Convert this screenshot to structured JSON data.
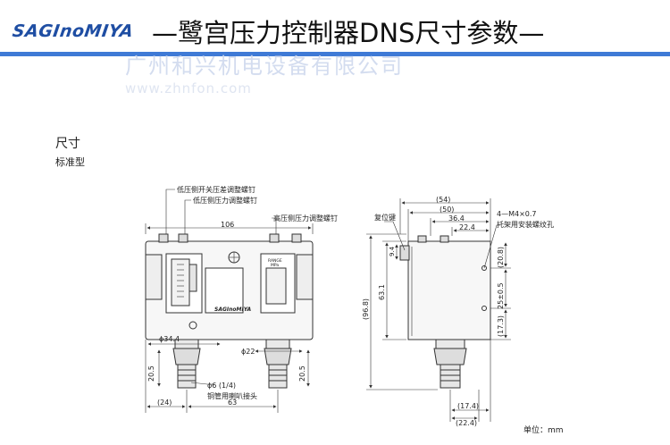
{
  "header": {
    "logo": "SAGInoMIYA",
    "title": "—鹭宫压力控制器DNS尺寸参数—",
    "watermark_company": "广州和兴机电设备有限公司",
    "watermark_url": "www.zhnfon.com"
  },
  "section": {
    "title": "尺寸",
    "subtitle": "标准型"
  },
  "front_view": {
    "label_low_diff": "低压侧开关压差调整螺钉",
    "label_low_pressure": "低压侧压力调整螺钉",
    "label_high_pressure": "高压侧压力调整螺钉",
    "dim_width": "106",
    "dim_phi344": "ϕ34.4",
    "dim_phi22": "ϕ22",
    "dim_205_left": "20.5",
    "dim_205_right": "20.5",
    "dim_24": "(24)",
    "dim_63": "63",
    "note_phi6": "ϕ6 (1/4)",
    "note_flare": "铜管用喇叭接头",
    "brand_plate": "SAGInoMIYA",
    "range_label": "RANGE",
    "range_unit": "MPa"
  },
  "side_view": {
    "label_reset": "复位键",
    "label_m4": "4—M4×0.7",
    "label_bracket": "托架用安装螺纹孔",
    "dim_54": "(54)",
    "dim_50": "(50)",
    "dim_364": "36.4",
    "dim_224": "22.4",
    "dim_968": "(96.8)",
    "dim_631": "63.1",
    "dim_94": "9.4",
    "dim_208": "(20.8)",
    "dim_25": "25±0.5",
    "dim_173": "(17.3)",
    "dim_174": "(17.4)",
    "dim_224b": "(22.4)"
  },
  "footer": {
    "unit": "单位：mm"
  }
}
